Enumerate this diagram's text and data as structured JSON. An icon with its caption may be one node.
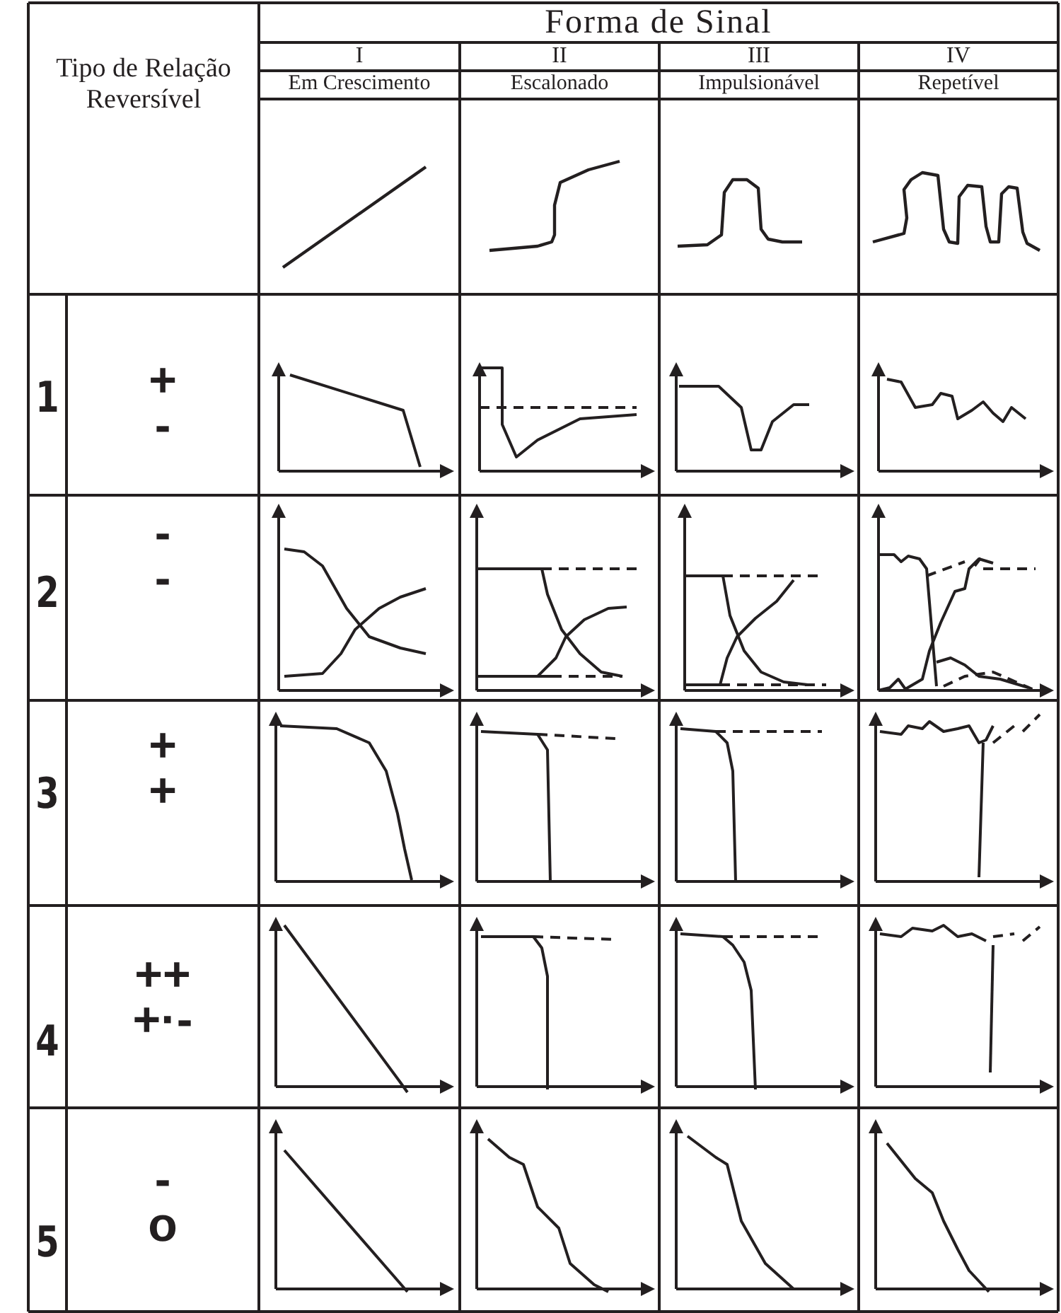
{
  "diagram": {
    "labels": [
      "Forma de Sinal",
      "Tipo de Relação Reversível",
      "I",
      "II",
      "III",
      "IV",
      "Em Crescimento",
      "Escalonado",
      "Impulsionável",
      "Repetível",
      "1",
      "+",
      "-",
      "2",
      "-",
      "-",
      "3",
      "+",
      "+",
      "4",
      "++",
      "+·-",
      "5",
      "-",
      "o"
    ]
  }
}
